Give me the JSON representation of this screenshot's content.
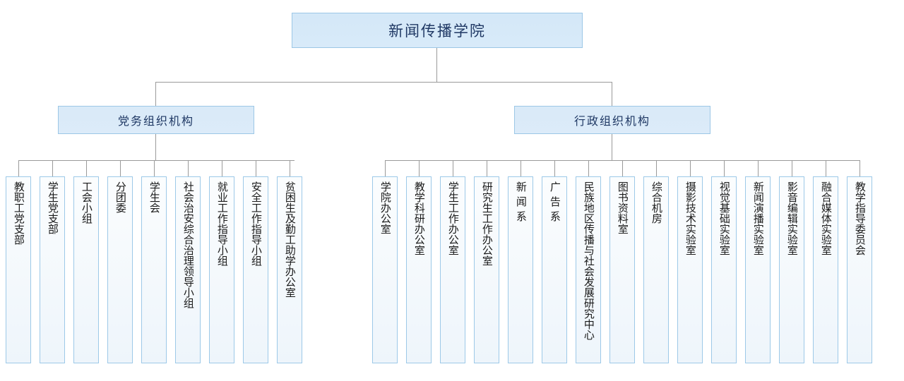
{
  "diagram": {
    "type": "org-chart",
    "title": "新闻传播学院",
    "root": {
      "label": "新闻传播学院"
    },
    "branches": [
      {
        "label": "党务组织机构",
        "children": [
          {
            "label": "教职工党支部"
          },
          {
            "label": "学生党支部"
          },
          {
            "label": "工会小组"
          },
          {
            "label": "分团委"
          },
          {
            "label": "学生会"
          },
          {
            "label": "社会治安综合治理领导小组"
          },
          {
            "label": "就业工作指导小组"
          },
          {
            "label": "安全工作指导小组"
          },
          {
            "label": "贫困生及勤工助学办公室"
          }
        ]
      },
      {
        "label": "行政组织机构",
        "children": [
          {
            "label": "学院办公室"
          },
          {
            "label": "教学科研办公室"
          },
          {
            "label": "学生工作办公室"
          },
          {
            "label": "研究生工作办公室"
          },
          {
            "label": "新闻系",
            "spaced": true
          },
          {
            "label": "广告系",
            "spaced": true
          },
          {
            "label": "民族地区传播与社会发展研究中心"
          },
          {
            "label": "图书资料室"
          },
          {
            "label": "综合机房"
          },
          {
            "label": "摄影技术实验室"
          },
          {
            "label": "视觉基础实验室"
          },
          {
            "label": "新闻演播实验室"
          },
          {
            "label": "影音编辑实验室"
          },
          {
            "label": "融合媒体实验室"
          },
          {
            "label": "教学指导委员会"
          }
        ]
      }
    ],
    "colors": {
      "header_fill": "#d7e9f8",
      "header_border": "#9cc7e6",
      "header_text": "#1f3864",
      "leaf_fill": "#f2f8fc",
      "leaf_border": "#9dc9e8",
      "leaf_text": "#1a1a1a",
      "connector": "#9a9a9a",
      "background": "#ffffff"
    }
  }
}
